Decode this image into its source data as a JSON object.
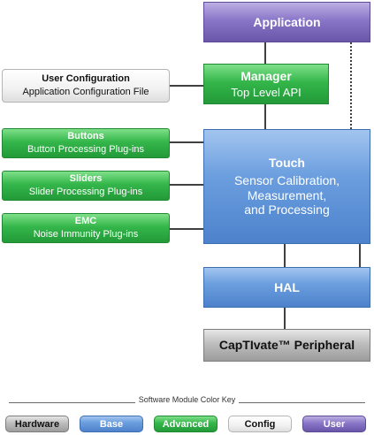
{
  "blocks": {
    "application": {
      "title": "Application"
    },
    "manager": {
      "title": "Manager",
      "subtitle": "Top Level API"
    },
    "user_config": {
      "title": "User Configuration",
      "subtitle": "Application Configuration File"
    },
    "buttons": {
      "title": "Buttons",
      "subtitle": "Button Processing Plug-ins"
    },
    "sliders": {
      "title": "Sliders",
      "subtitle": "Slider Processing Plug-ins"
    },
    "emc": {
      "title": "EMC",
      "subtitle": "Noise Immunity Plug-ins"
    },
    "touch": {
      "title": "Touch",
      "line1": "Sensor Calibration,",
      "line2": "Measurement,",
      "line3": "and Processing"
    },
    "hal": {
      "title": "HAL"
    },
    "peripheral": {
      "title": "CapTIvate™ Peripheral"
    }
  },
  "color_key": {
    "title": "Software Module Color Key",
    "items": [
      {
        "label": "Hardware",
        "category": "hardware",
        "color": "#9c9c9c"
      },
      {
        "label": "Base",
        "category": "base",
        "color": "#5b8fd3"
      },
      {
        "label": "Advanced",
        "category": "advanced",
        "color": "#2bab43"
      },
      {
        "label": "Config",
        "category": "config",
        "color": "#ececec"
      },
      {
        "label": "User",
        "category": "user",
        "color": "#7d69bd"
      }
    ]
  }
}
